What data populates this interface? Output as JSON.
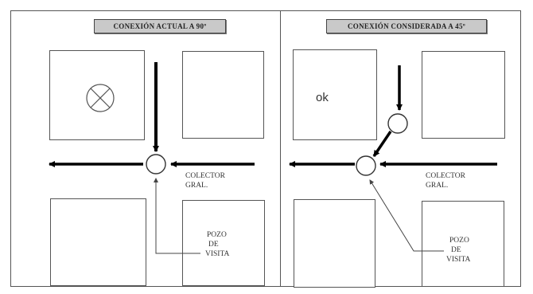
{
  "left_panel": {
    "title": "CONEXIÓN ACTUAL A 90º",
    "collector_label": [
      "COLECTOR",
      "GRAL."
    ],
    "well_label": [
      "POZO",
      "DE",
      "VISITA"
    ]
  },
  "right_panel": {
    "title": "CONEXIÓN CONSIDERADA A 45º",
    "ok_text": "ok",
    "collector_label": [
      "COLECTOR",
      "GRAL."
    ],
    "well_label": [
      "POZO",
      "DE",
      "VISITA"
    ]
  },
  "icons": {
    "reject_marker": "circle-x-icon"
  }
}
